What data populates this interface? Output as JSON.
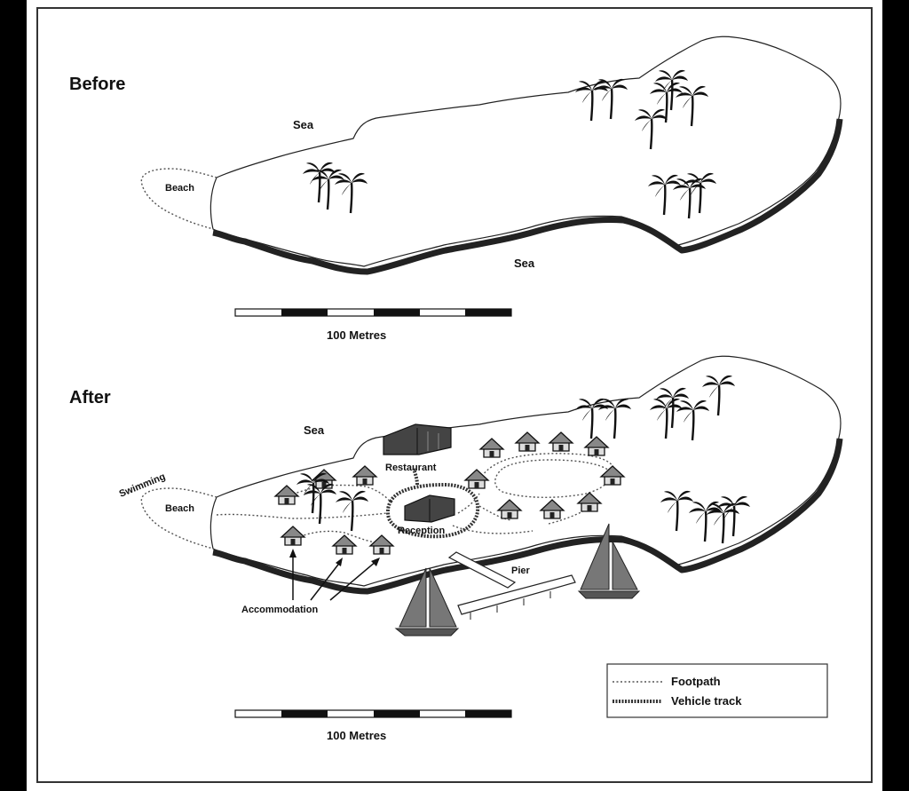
{
  "before": {
    "heading": "Before",
    "sea_top": "Sea",
    "sea_bottom": "Sea",
    "beach": "Beach",
    "scale": "100 Metres"
  },
  "after": {
    "heading": "After",
    "sea_top": "Sea",
    "beach": "Beach",
    "swimming": "Swimming",
    "restaurant": "Restaurant",
    "reception": "Reception",
    "pier": "Pier",
    "accommodation": "Accommodation",
    "scale": "100 Metres"
  },
  "legend": {
    "footpath": "Footpath",
    "vehicle_track": "Vehicle track"
  },
  "colors": {
    "background": "#ffffff",
    "ink": "#111111",
    "frame": "#000000"
  }
}
